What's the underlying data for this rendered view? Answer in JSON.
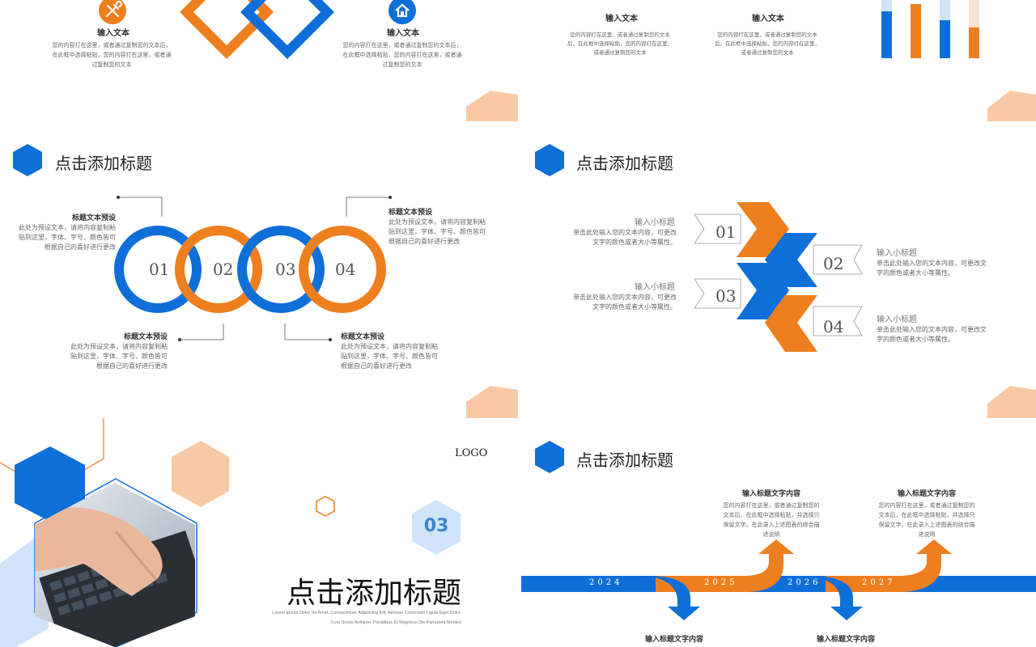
{
  "colors": {
    "blue": "#0f6fd8",
    "orange": "#ee7f1f",
    "peach": "#f8c9a4",
    "light_blue": "#cfe4f8"
  },
  "s1": {
    "left": {
      "icon": "wrench-icon",
      "title": "输入文本",
      "body": "您的内容打在这里，或者通过复制您的文本后，在此框中选择粘贴，您的内容打在这里，或者通过复制您的文本"
    },
    "right": {
      "icon": "home-icon",
      "title": "输入文本",
      "body": "您的内容打在这里，或者通过复制您的文本后，在此框中选择粘贴，您的内容打在这里，或者通过复制您的文本"
    }
  },
  "s2": {
    "col1": {
      "title": "输入文本",
      "body": "您的内容打在这里，或者通过复制您的文本后，在此框中选择粘贴，您的内容打在这里，或者通过复制您的文本"
    },
    "col2": {
      "title": "输入文本",
      "body": "您的内容打在这里，或者通过复制您的文本后，在此框中选择粘贴，您的内容打在这里，或者通过复制您的文本"
    }
  },
  "s3": {
    "title": "点击添加标题",
    "rings": [
      "01",
      "02",
      "03",
      "04"
    ],
    "callouts": [
      {
        "title": "标题文本预设",
        "body": "此处为预设文本，请将内容复制粘贴到这里，字体、字号、颜色皆可根据自己的喜好进行更改"
      },
      {
        "title": "标题文本预设",
        "body": "此处为预设文本，请将内容复制粘贴到这里，字体、字号、颜色皆可根据自己的喜好进行更改"
      },
      {
        "title": "标题文本预设",
        "body": "此处为预设文本，请将内容复制粘贴到这里，字体、字号、颜色皆可根据自己的喜好进行更改"
      },
      {
        "title": "标题文本预设",
        "body": "此处为预设文本，请将内容复制粘贴到这里，字体、字号、颜色皆可根据自己的喜好进行更改"
      }
    ]
  },
  "s4": {
    "title": "点击添加标题",
    "nums": [
      "01",
      "02",
      "03",
      "04"
    ],
    "items": [
      {
        "title": "输入小标题",
        "body": "单击此处输入您的文本内容，可更改文字的颜色或者大小等属性。"
      },
      {
        "title": "输入小标题",
        "body": "单击此处输入您的文本内容，可更改文字的颜色或者大小等属性。"
      },
      {
        "title": "输入小标题",
        "body": "单击此处输入您的文本内容，可更改文字的颜色或者大小等属性。"
      },
      {
        "title": "输入小标题",
        "body": "单击此处输入您的文本内容，可更改文字的颜色或者大小等属性。"
      }
    ]
  },
  "s5": {
    "logo": "LOGO",
    "section_number": "03",
    "title": "点击添加标题",
    "subtitle_line1": "Lorem Ipsum Dolor Sit Amet, Consectetuer Adipiscing Elit. Aenean Commodo Ligula Eget Dolor.",
    "subtitle_line2": "Cum Sociis Antiques Penatibus Et Magness Dis Parturient Montes"
  },
  "s6": {
    "title": "点击添加标题",
    "years": [
      "2024",
      "2025",
      "2026",
      "2027"
    ],
    "top_items": [
      {
        "title": "输入标题文字内容",
        "body": "您的内容打在这里，或者通过复制您的文本后，在此框中选择粘贴，并选择只保留文字。在此录入上述图表的综合描述说明"
      },
      {
        "title": "输入标题文字内容",
        "body": "您的内容打在这里，或者通过复制您的文本后，在此框中选择粘贴，并选择只保留文字。在此录入上述图表的综合描述说明"
      }
    ],
    "bottom_items": [
      {
        "title": "输入标题文字内容"
      },
      {
        "title": "输入标题文字内容"
      }
    ]
  }
}
